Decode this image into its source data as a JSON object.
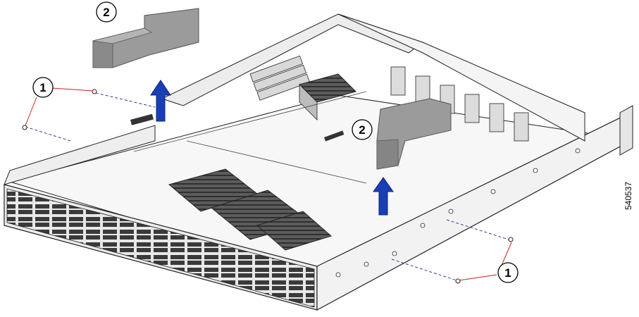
{
  "figure_id": "540537",
  "callouts": [
    {
      "label": "1"
    },
    {
      "label": "1"
    },
    {
      "label": "2"
    },
    {
      "label": "2"
    }
  ],
  "colors": {
    "arrow": "#1a3fb5",
    "leader": "#cc2222",
    "dash": "#2a3f9a",
    "cover": "#9b9b9b"
  }
}
